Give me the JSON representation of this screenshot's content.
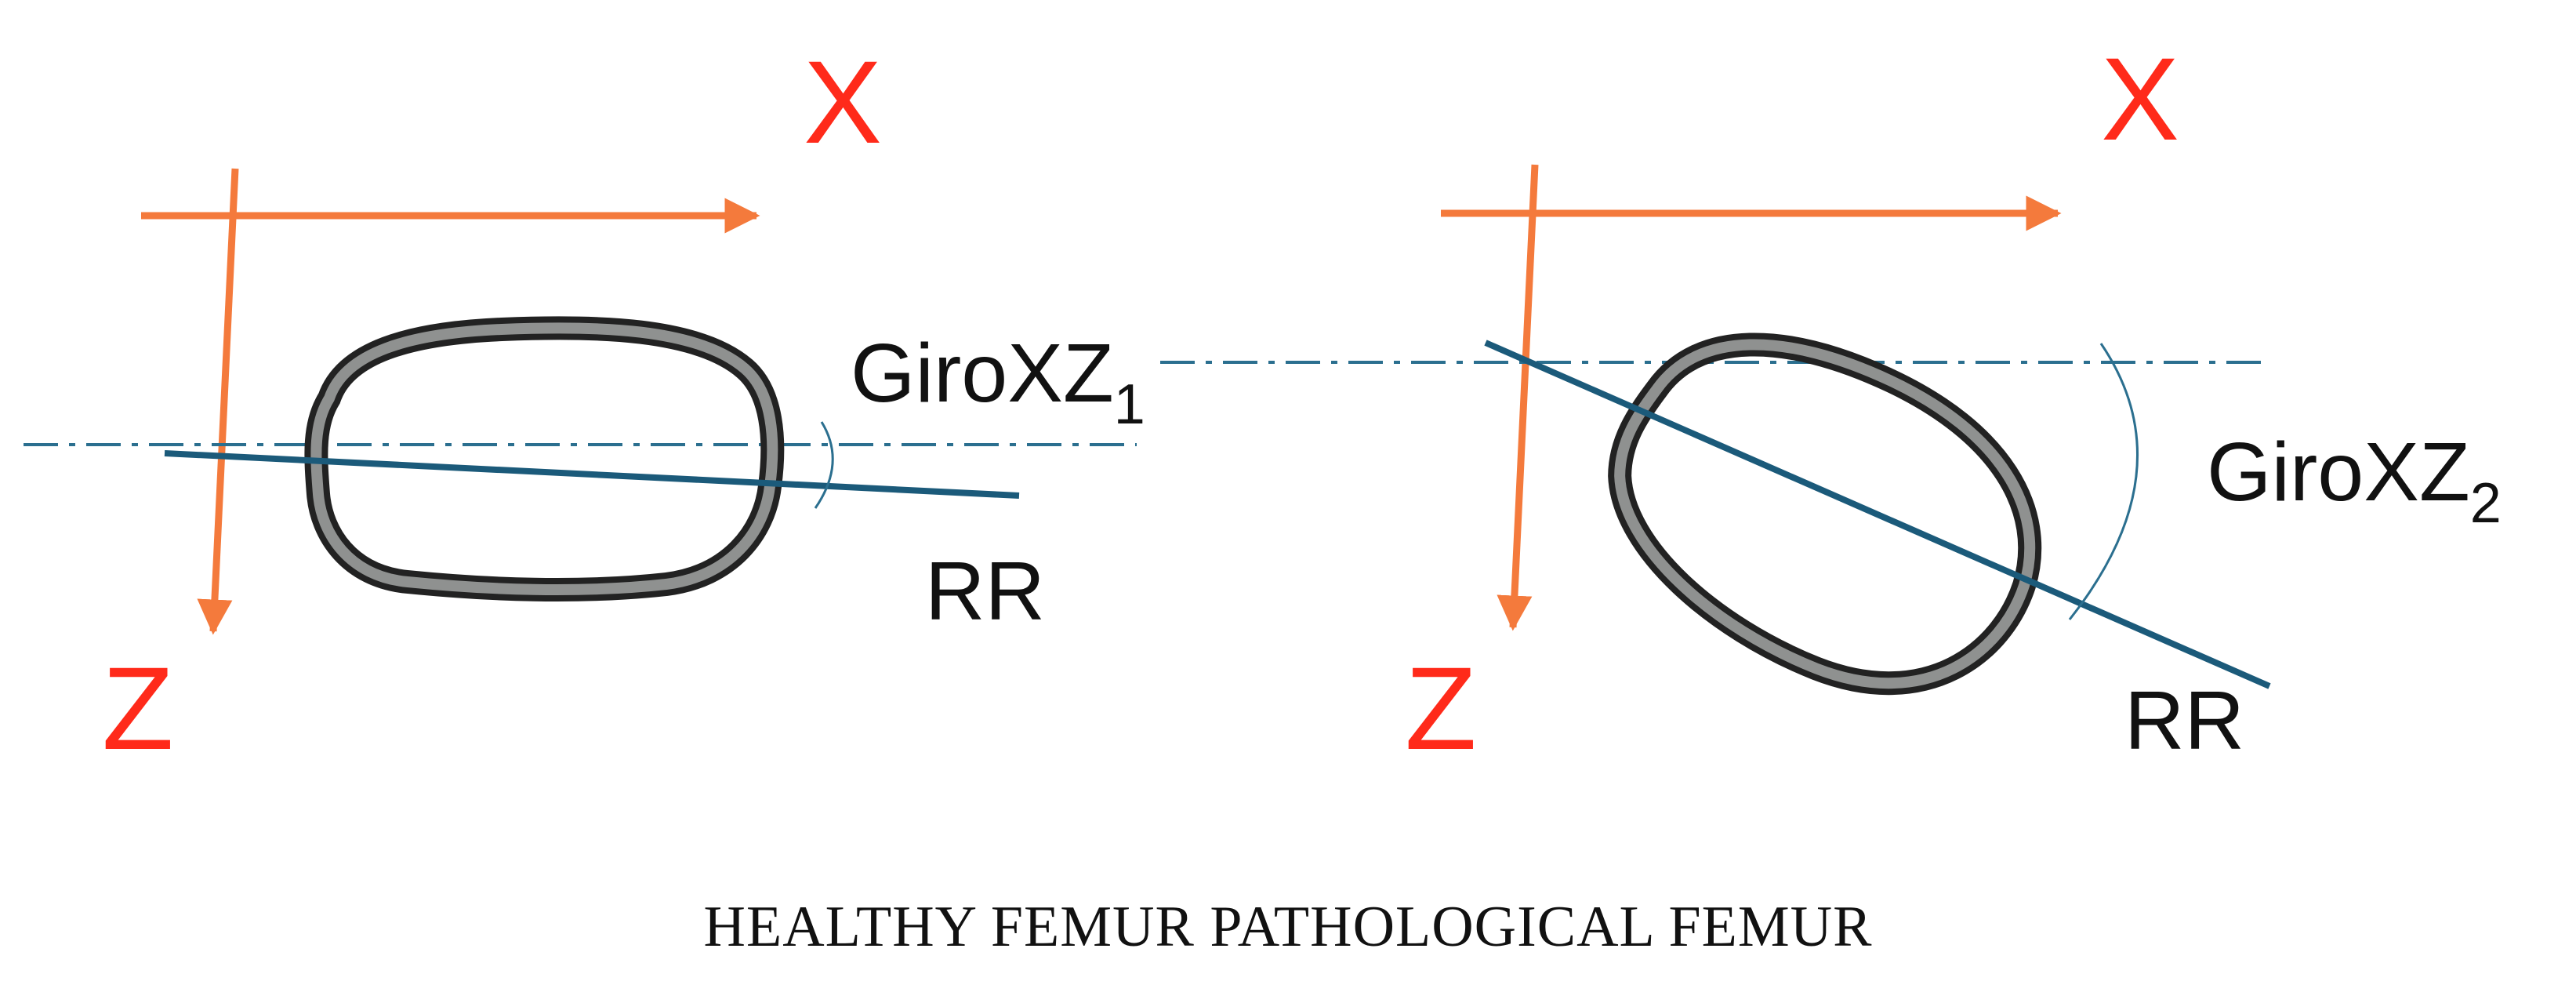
{
  "colors": {
    "axis": "#f47a3c",
    "axis_letter": "#ff2a1a",
    "rr_line": "#1b5a7a",
    "reference_line": "#2b6f8f",
    "cross_section": "#222222",
    "cross_section_fill": "#8f9190"
  },
  "panels": [
    {
      "axis_x_label": "X",
      "axis_z_label": "Z",
      "angle_label": "GiroXZ",
      "angle_subscript": "1",
      "line_label": "RR"
    },
    {
      "axis_x_label": "X",
      "axis_z_label": "Z",
      "angle_label": "GiroXZ",
      "angle_subscript": "2",
      "line_label": "RR"
    }
  ],
  "caption": "HEALTHY FEMUR PATHOLOGICAL FEMUR"
}
